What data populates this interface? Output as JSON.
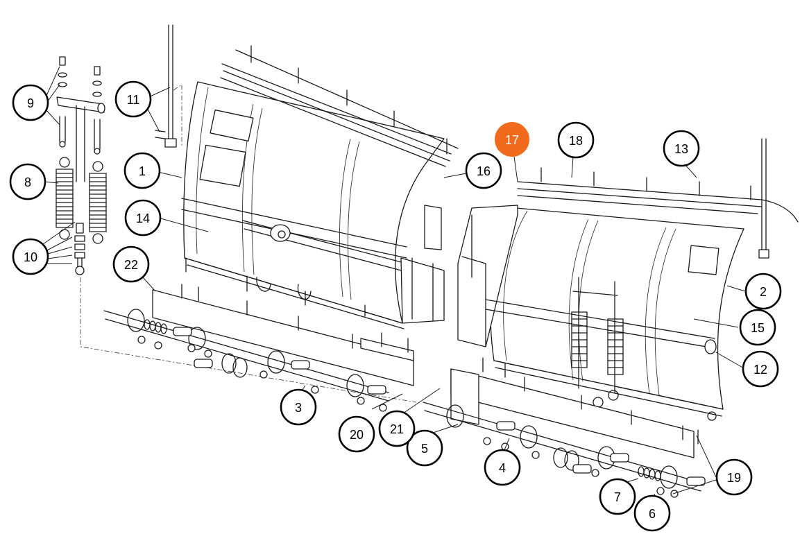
{
  "highlight_color": "#f26a1b",
  "callouts": [
    {
      "id": "c1",
      "label": "1",
      "highlighted": false
    },
    {
      "id": "c2",
      "label": "2",
      "highlighted": false
    },
    {
      "id": "c3",
      "label": "3",
      "highlighted": false
    },
    {
      "id": "c4",
      "label": "4",
      "highlighted": false
    },
    {
      "id": "c5",
      "label": "5",
      "highlighted": false
    },
    {
      "id": "c6",
      "label": "6",
      "highlighted": false
    },
    {
      "id": "c7",
      "label": "7",
      "highlighted": false
    },
    {
      "id": "c8",
      "label": "8",
      "highlighted": false
    },
    {
      "id": "c9",
      "label": "9",
      "highlighted": false
    },
    {
      "id": "c10",
      "label": "10",
      "highlighted": false
    },
    {
      "id": "c11",
      "label": "11",
      "highlighted": false
    },
    {
      "id": "c12",
      "label": "12",
      "highlighted": false
    },
    {
      "id": "c13",
      "label": "13",
      "highlighted": false
    },
    {
      "id": "c14",
      "label": "14",
      "highlighted": false
    },
    {
      "id": "c15",
      "label": "15",
      "highlighted": false
    },
    {
      "id": "c16",
      "label": "16",
      "highlighted": false
    },
    {
      "id": "c17",
      "label": "17",
      "highlighted": true
    },
    {
      "id": "c18",
      "label": "18",
      "highlighted": false
    },
    {
      "id": "c19",
      "label": "19",
      "highlighted": false
    },
    {
      "id": "c20",
      "label": "20",
      "highlighted": false
    },
    {
      "id": "c21",
      "label": "21",
      "highlighted": false
    },
    {
      "id": "c22",
      "label": "22",
      "highlighted": false
    }
  ]
}
